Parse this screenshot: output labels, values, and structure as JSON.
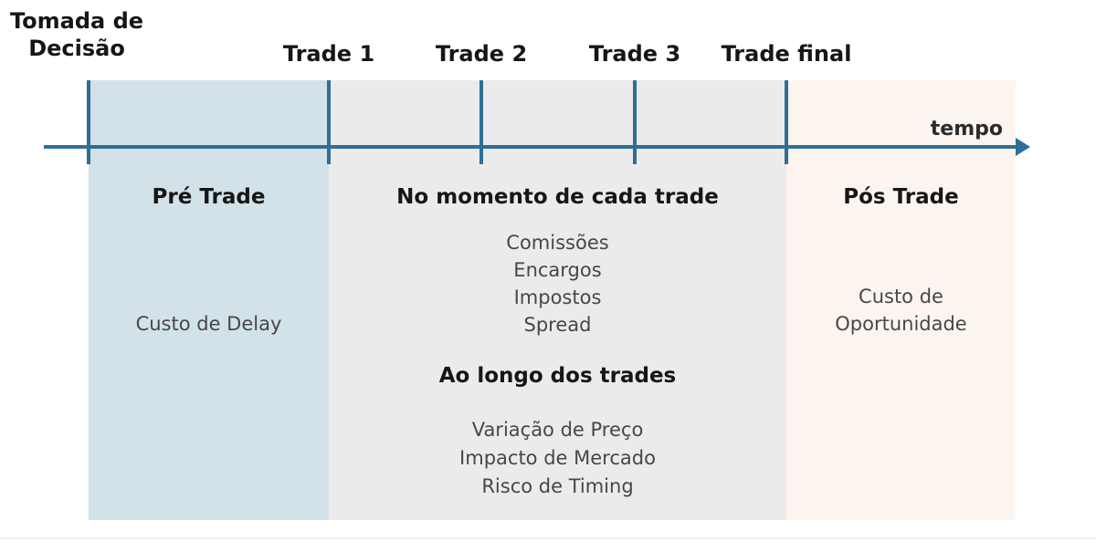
{
  "figure": {
    "axis_label": "tempo",
    "markers": [
      {
        "label": "Tomada de Decisão"
      },
      {
        "label": "Trade 1"
      },
      {
        "label": "Trade 2"
      },
      {
        "label": "Trade 3"
      },
      {
        "label": "Trade final"
      }
    ],
    "phases": [
      {
        "title": "Pré Trade",
        "items": [
          "Custo de Delay"
        ]
      },
      {
        "title": "No momento de cada trade",
        "items": [
          "Comissões",
          "Encargos",
          "Impostos",
          "Spread"
        ],
        "subtitle": "Ao longo dos trades",
        "subitems": [
          "Variação de Preço",
          "Impacto de Mercado",
          "Risco de Timing"
        ]
      },
      {
        "title": "Pós Trade",
        "items": [
          "Custo de Oportunidade"
        ]
      }
    ],
    "colors": {
      "axis": "#2d6f96",
      "pre_trade_bg": "#d3e1e8",
      "during_trade_bg": "#ebebeb",
      "post_trade_bg": "#fcf5ef"
    }
  }
}
